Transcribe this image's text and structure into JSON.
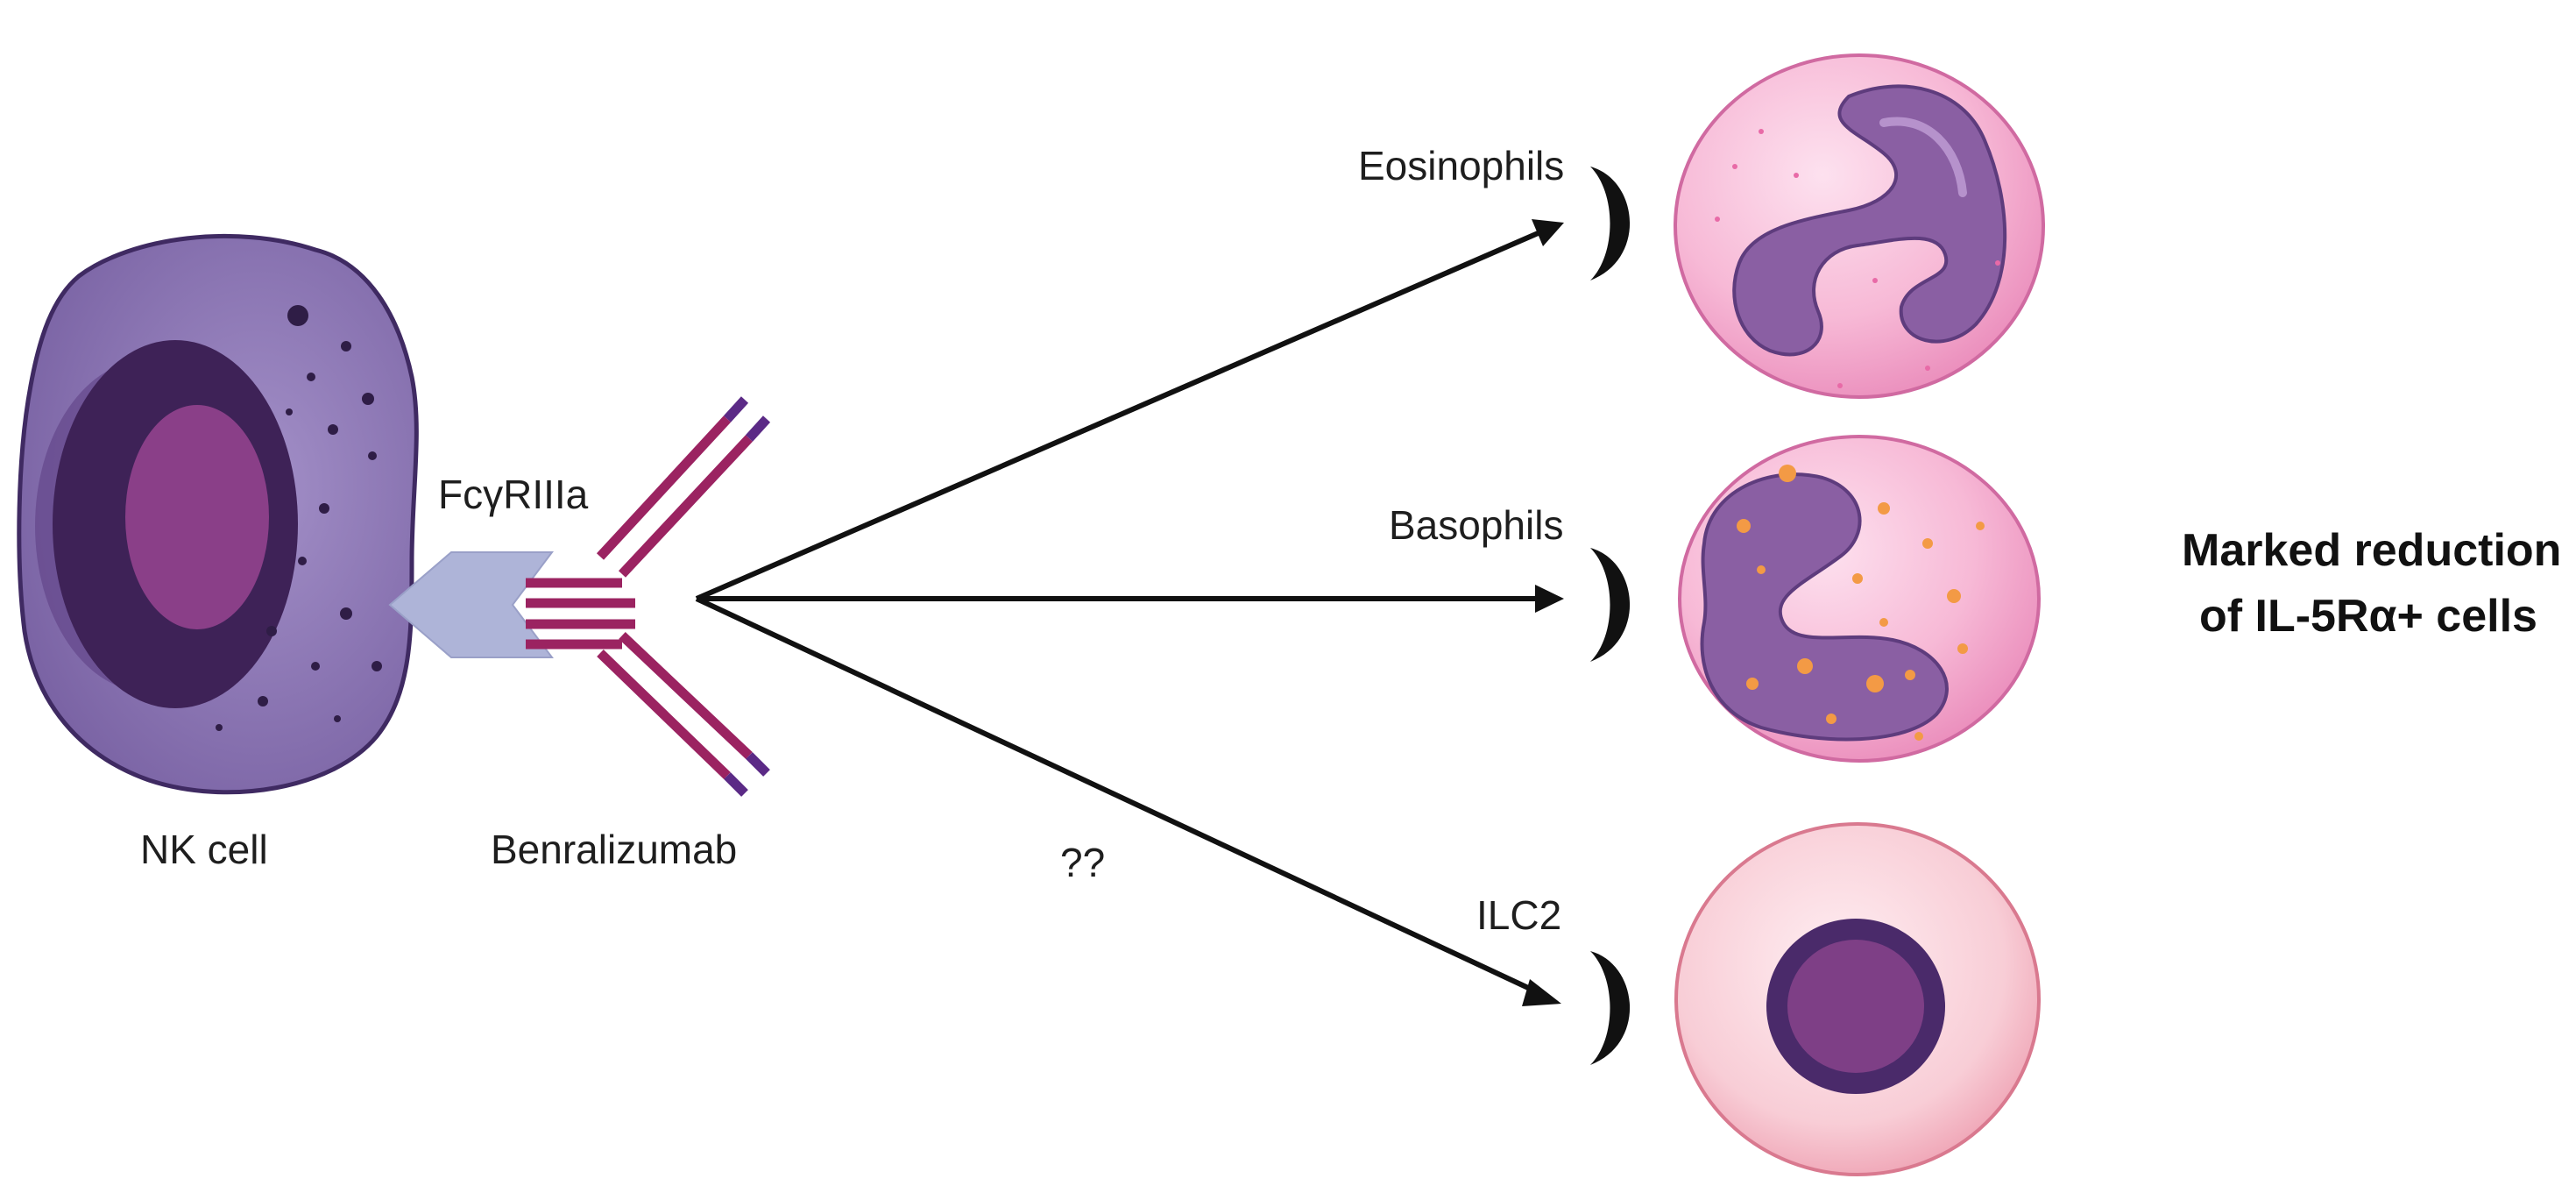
{
  "labels": {
    "nk_cell": "NK cell",
    "receptor": "FcγRIIIa",
    "antibody": "Benralizumab",
    "eosinophils": "Eosinophils",
    "basophils": "Basophils",
    "ilc2": "ILC2",
    "uncertain": "??",
    "outcome_line1": "Marked reduction",
    "outcome_line2": "of IL-5Rα+ cells"
  },
  "colors": {
    "nk_outer": "#7c67a8",
    "nk_inner": "#4a2d6b",
    "nucleus": "#8e4a8f",
    "receptor": "#aeb4d8",
    "antibody_heavy": "#9b2361",
    "antibody_tip": "#5b2a86",
    "eosinophil_body": "#f6b3d3",
    "basophil_granule": "#f39a45",
    "ilc2_body": "#f7c7cf",
    "lobe": "#8a5fa3",
    "arrow": "#111111"
  }
}
